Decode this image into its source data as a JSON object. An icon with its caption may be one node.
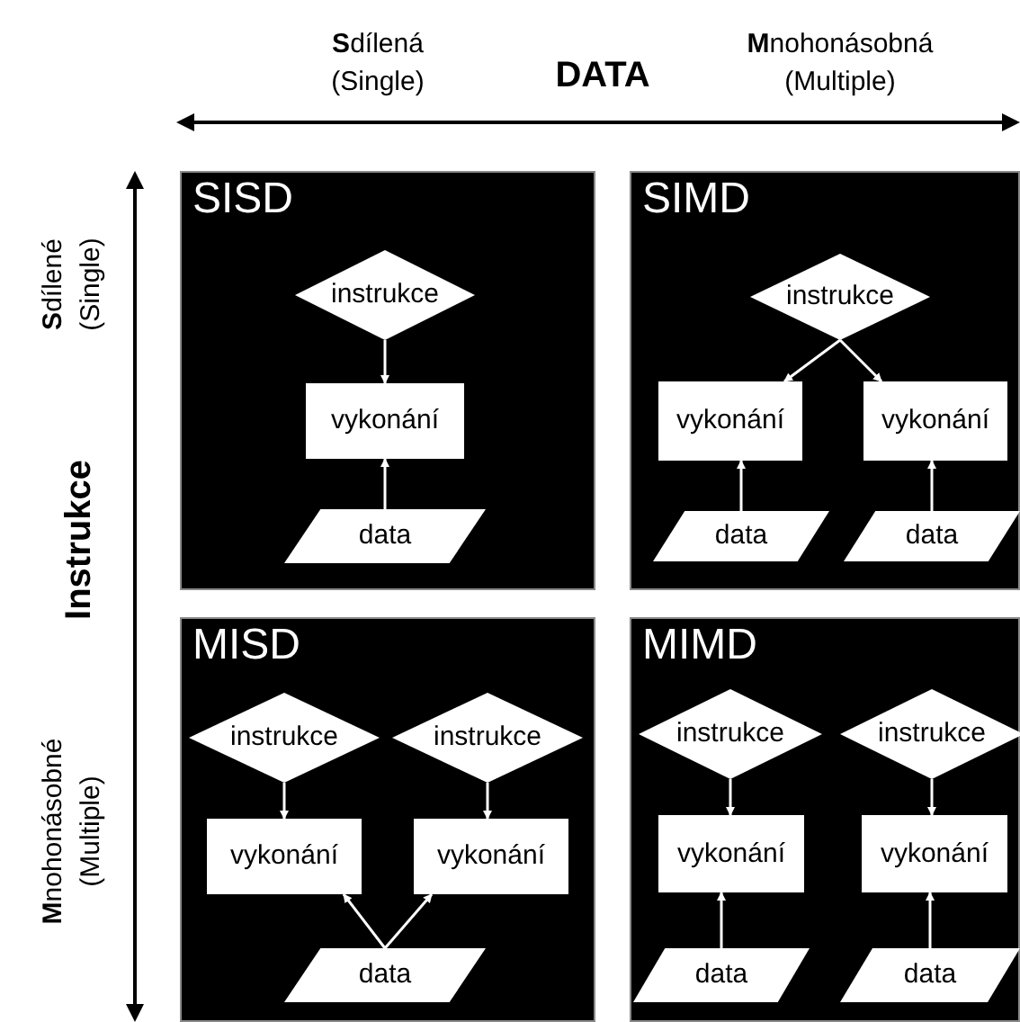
{
  "diagram": {
    "nodes": [
      {
        "text": [
          "SISD"
        ]
      },
      {
        "text": [
          "instrukce"
        ],
        "in": 0
      },
      {
        "text": [
          "vykonání"
        ],
        "in": 0
      },
      {
        "text": [
          "data"
        ],
        "in": 0
      },
      {
        "text": [
          "SIMD"
        ]
      },
      {
        "text": [
          "instrukce"
        ],
        "in": 4
      },
      {
        "text": [
          "vykonání"
        ],
        "in": 4
      },
      {
        "text": [
          "vykonání"
        ],
        "in": 4
      },
      {
        "text": [
          "data"
        ],
        "in": 4
      },
      {
        "text": [
          "data"
        ],
        "in": 4
      },
      {
        "text": [
          "MISD"
        ]
      },
      {
        "text": [
          "instrukce"
        ],
        "in": 10
      },
      {
        "text": [
          "instrukce"
        ],
        "in": 10
      },
      {
        "text": [
          "vykonání"
        ],
        "in": 10
      },
      {
        "text": [
          "vykonání"
        ],
        "in": 10
      },
      {
        "text": [
          "data"
        ],
        "in": 10
      },
      {
        "text": [
          "MIMD"
        ]
      },
      {
        "text": [
          "instrukce"
        ],
        "in": 16
      },
      {
        "text": [
          "instrukce"
        ],
        "in": 16
      },
      {
        "text": [
          "vykonání"
        ],
        "in": 16
      },
      {
        "text": [
          "vykonání"
        ],
        "in": 16
      },
      {
        "text": [
          "data"
        ],
        "in": 16
      },
      {
        "text": [
          "data"
        ],
        "in": 16
      }
    ],
    "edges": [
      {
        "from": 1,
        "to": 2,
        "arrow": "to"
      },
      {
        "from": 3,
        "to": 2,
        "arrow": "to"
      },
      {
        "from": 5,
        "to": 6,
        "arrow": "to"
      },
      {
        "from": 5,
        "to": 7,
        "arrow": "to"
      },
      {
        "from": 8,
        "to": 6,
        "arrow": "to"
      },
      {
        "from": 9,
        "to": 7,
        "arrow": "to"
      },
      {
        "from": 11,
        "to": 13,
        "arrow": "to"
      },
      {
        "from": 12,
        "to": 14,
        "arrow": "to"
      },
      {
        "from": 15,
        "to": 13,
        "arrow": "to"
      },
      {
        "from": 15,
        "to": 14,
        "arrow": "to"
      },
      {
        "from": 17,
        "to": 19,
        "arrow": "to"
      },
      {
        "from": 18,
        "to": 20,
        "arrow": "to"
      },
      {
        "from": 21,
        "to": 19,
        "arrow": "to"
      },
      {
        "from": 22,
        "to": 20,
        "arrow": "to"
      }
    ],
    "labels": [
      "**S**dílená",
      "(Single)",
      "DATA",
      "**M**nohonásobná",
      "(Multiple)",
      "**S**dílené",
      "(Single)",
      "Instrukce",
      "**M**nohonásobné",
      "(Multiple)"
    ]
  }
}
